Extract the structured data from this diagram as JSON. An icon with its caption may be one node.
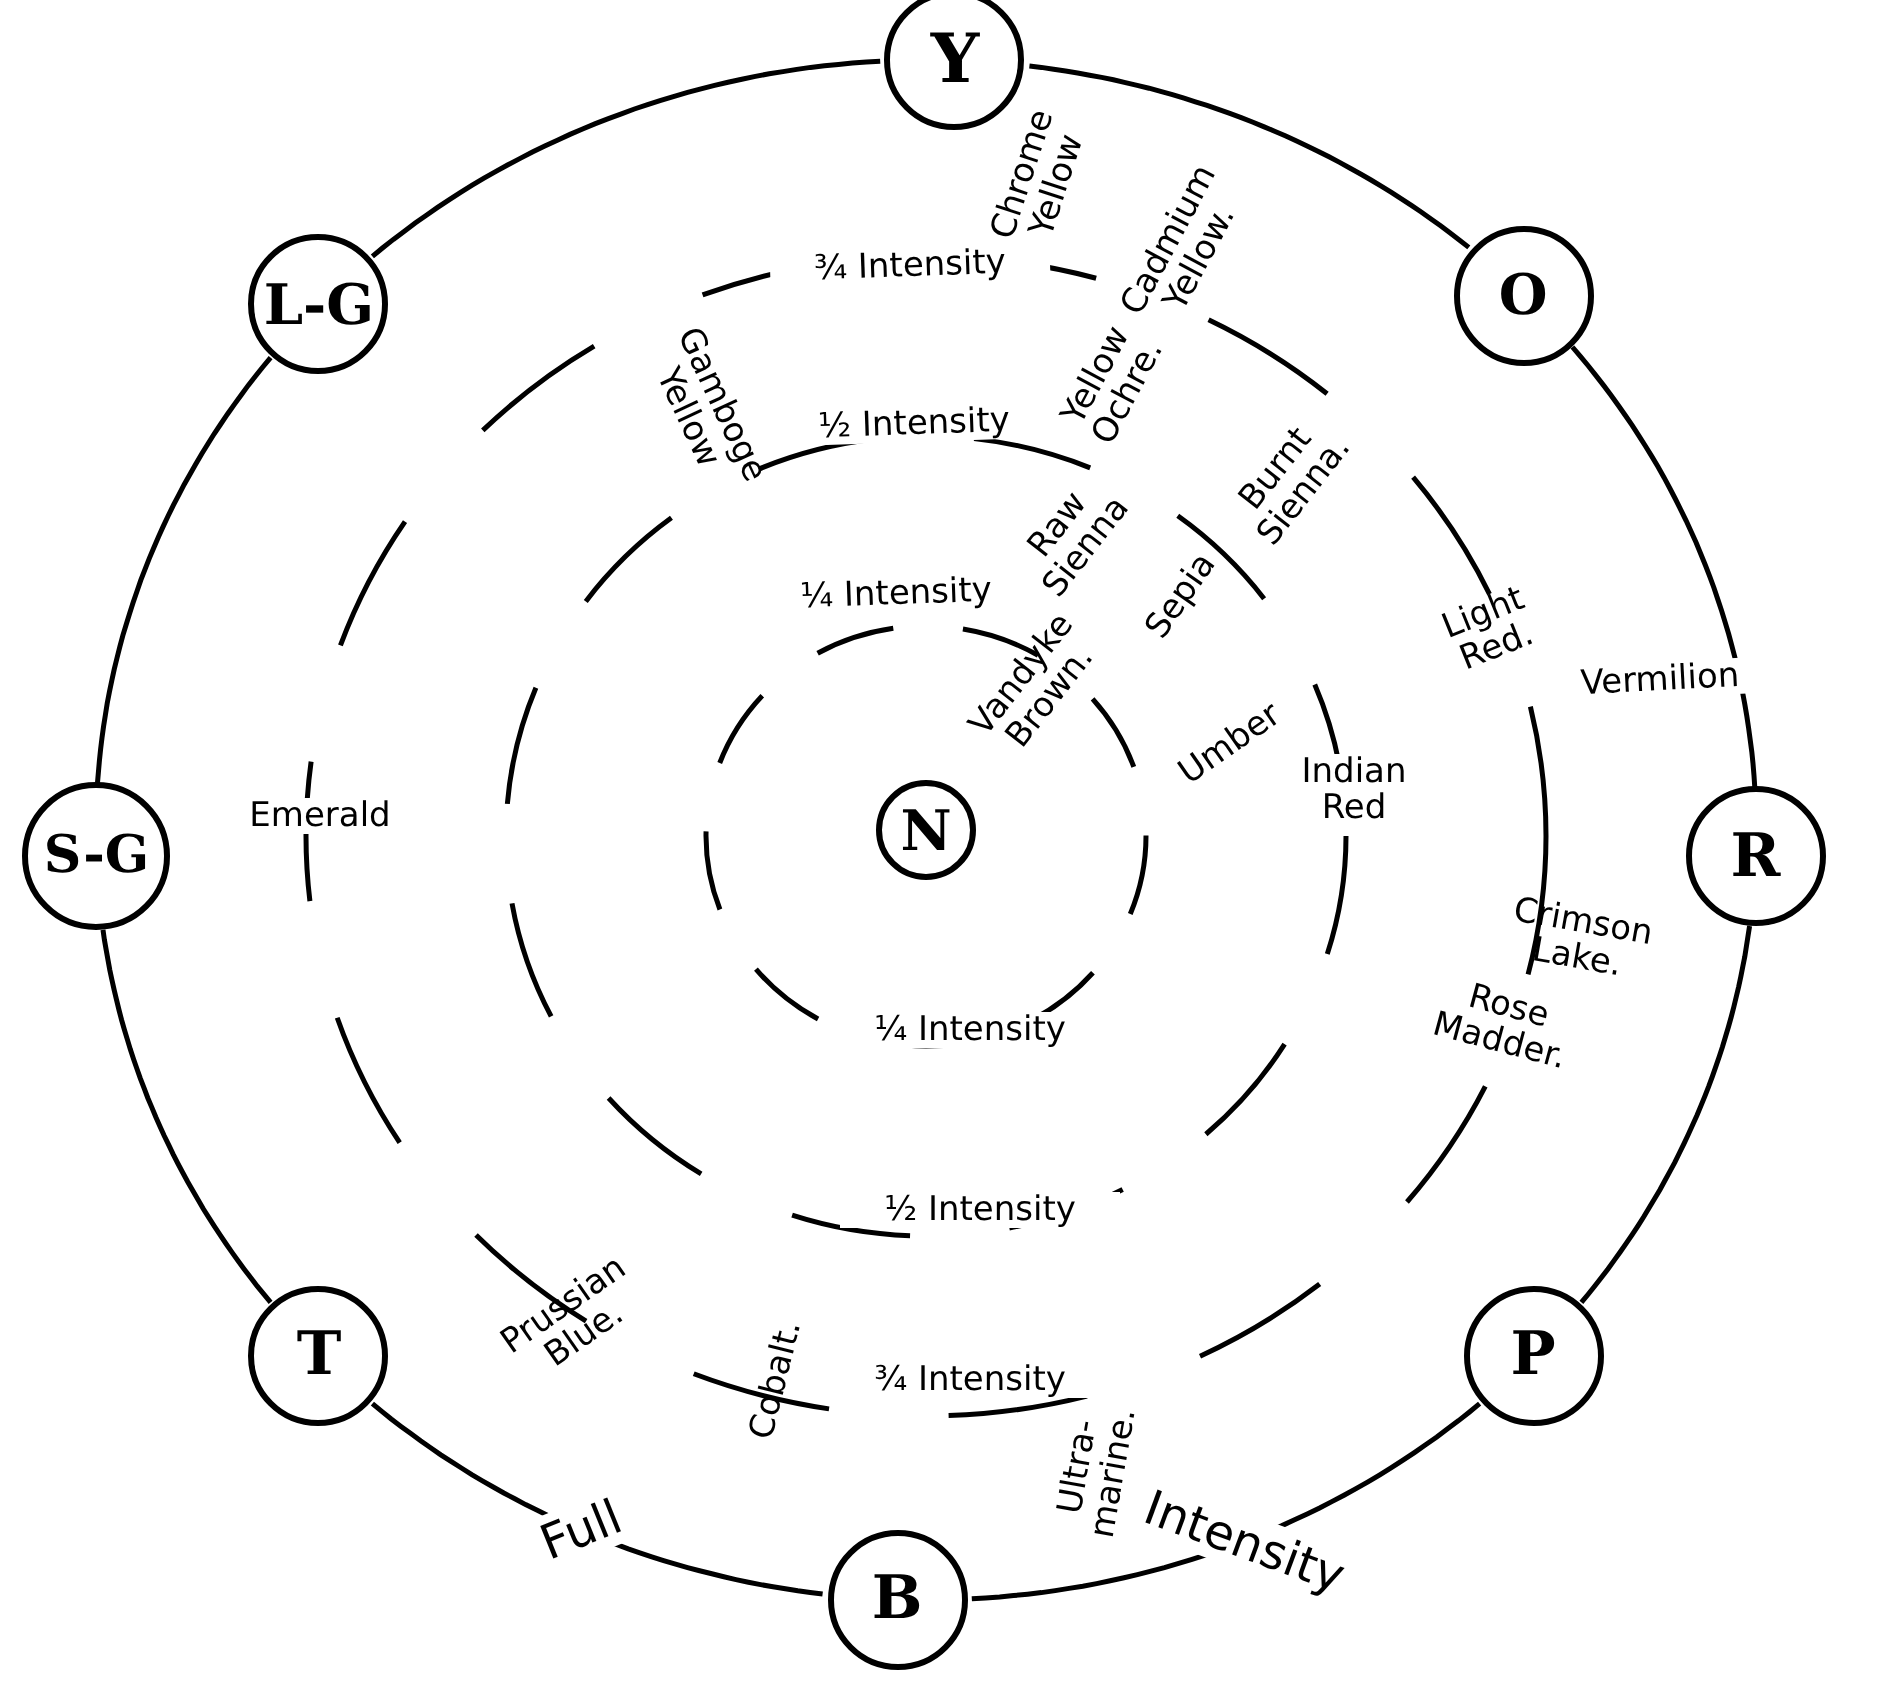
{
  "diagram": {
    "nodes": [
      {
        "text": [
          "Y"
        ]
      },
      {
        "text": [
          "L-G"
        ]
      },
      {
        "text": [
          "O"
        ]
      },
      {
        "text": [
          "S-G"
        ]
      },
      {
        "text": [
          "N"
        ]
      },
      {
        "text": [
          "R"
        ]
      },
      {
        "text": [
          "T"
        ]
      },
      {
        "text": [
          "P"
        ]
      },
      {
        "text": [
          "B"
        ]
      }
    ],
    "edges": [
      {
        "from": 0,
        "to": 2,
        "arrow": "none"
      },
      {
        "from": 2,
        "to": 5,
        "arrow": "none"
      },
      {
        "from": 5,
        "to": 7,
        "arrow": "none"
      },
      {
        "from": 7,
        "to": 8,
        "arrow": "none",
        "label": "Intensity"
      },
      {
        "from": 8,
        "to": 6,
        "arrow": "none",
        "label": "Full"
      },
      {
        "from": 6,
        "to": 3,
        "arrow": "none"
      },
      {
        "from": 3,
        "to": 1,
        "arrow": "none"
      },
      {
        "from": 1,
        "to": 0,
        "arrow": "none"
      }
    ],
    "labels": [
      "Chrome Yellow",
      "Cadmium Yellow.",
      "¾ Intensity",
      "Gamboge Yellow",
      "½ Intensity",
      "Yellow Ochre.",
      "Burnt Sienna.",
      "Raw Sienna",
      "¼ Intensity",
      "Sepia",
      "Light Red.",
      "Vandyke Brown.",
      "Umber",
      "Vermilion",
      "Indian Red",
      "Emerald",
      "Crimson Lake.",
      "Rose Madder.",
      "¼ Intensity",
      "½ Intensity",
      "Prussian Blue.",
      "¾ Intensity",
      "Cobalt.",
      "Ultra- marine."
    ]
  }
}
